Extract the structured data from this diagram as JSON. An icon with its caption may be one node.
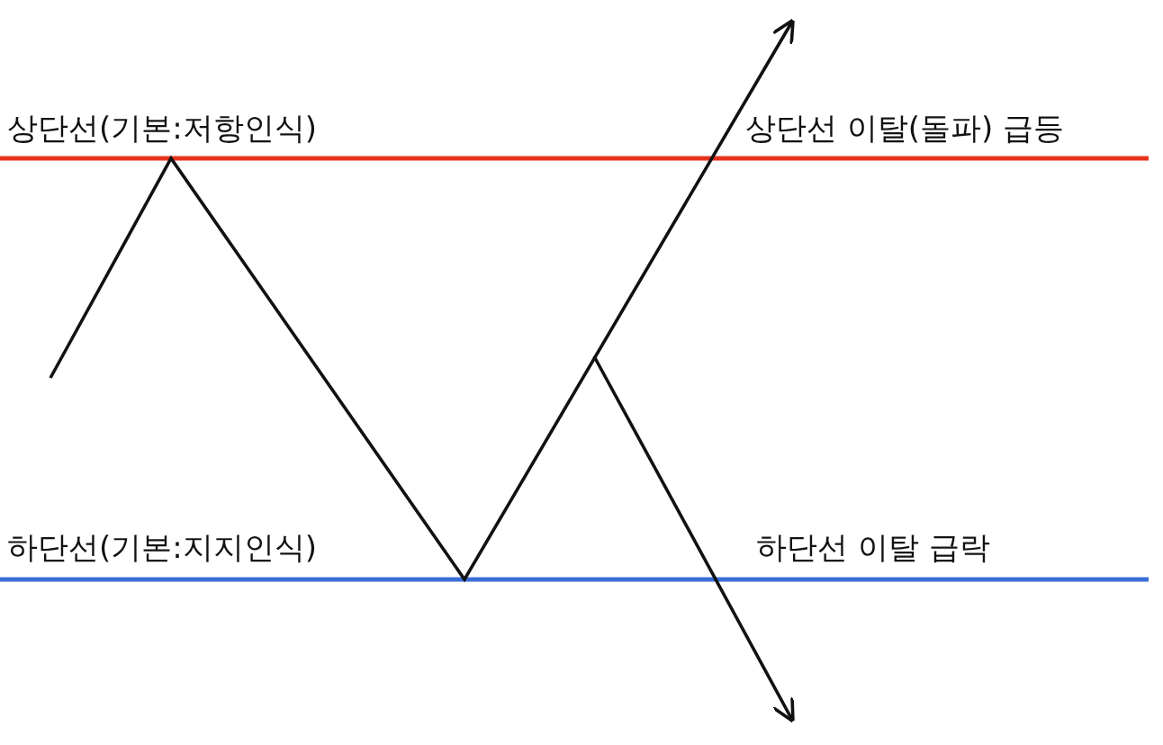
{
  "diagram": {
    "labels": [
      "상단선(기본:저항인식)",
      "상단선 이탈(돌파) 급등",
      "하단선(기본:지지인식)",
      "하단선 이탈 급락"
    ]
  }
}
